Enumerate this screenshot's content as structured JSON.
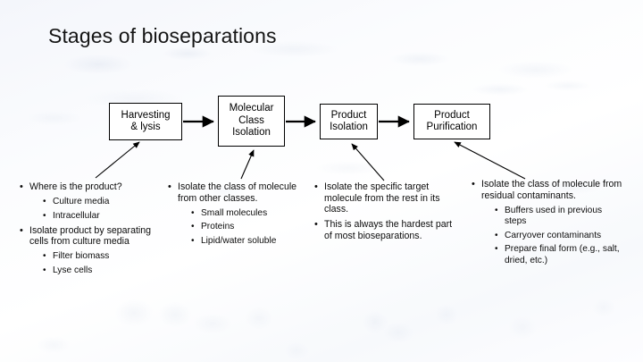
{
  "slide": {
    "title": "Stages of bioseparations"
  },
  "flow": {
    "boxes": [
      {
        "id": "harvesting",
        "lines": [
          "Harvesting",
          "& lysis"
        ]
      },
      {
        "id": "molecular-class",
        "lines": [
          "Molecular",
          "Class",
          "Isolation"
        ]
      },
      {
        "id": "product-isolation",
        "lines": [
          "Product",
          "Isolation"
        ]
      },
      {
        "id": "product-purification",
        "lines": [
          "Product",
          "Purification"
        ]
      }
    ],
    "connector_count": 3
  },
  "columns": [
    {
      "id": "col-1",
      "items": [
        {
          "level": 1,
          "text": "Where is the product?"
        },
        {
          "level": 2,
          "text": "Culture media"
        },
        {
          "level": 2,
          "text": "Intracellular"
        },
        {
          "level": 1,
          "text": "Isolate product by separating cells from culture media"
        },
        {
          "level": 2,
          "text": "Filter biomass"
        },
        {
          "level": 2,
          "text": "Lyse cells"
        }
      ]
    },
    {
      "id": "col-2",
      "items": [
        {
          "level": 1,
          "text": "Isolate the class of molecule from other classes."
        },
        {
          "level": 2,
          "text": "Small molecules"
        },
        {
          "level": 2,
          "text": "Proteins"
        },
        {
          "level": 2,
          "text": "Lipid/water soluble"
        }
      ]
    },
    {
      "id": "col-3",
      "items": [
        {
          "level": 1,
          "text": "Isolate the specific target molecule from the rest in its class."
        },
        {
          "level": 1,
          "text": "This is always the hardest part of most bioseparations."
        }
      ]
    },
    {
      "id": "col-4",
      "items": [
        {
          "level": 1,
          "text": "Isolate the class of molecule from residual contaminants."
        },
        {
          "level": 2,
          "text": "Buffers used in previous steps"
        },
        {
          "level": 2,
          "text": "Carryover contaminants"
        },
        {
          "level": 2,
          "text": "Prepare final form (e.g., salt, dried, etc.)"
        }
      ]
    }
  ],
  "bullet_glyph": "•",
  "colors": {
    "text": "#0d0d0d",
    "box_border": "#000000",
    "box_fill": "#ffffff",
    "background": "#fdfdff",
    "watermark": "#b0bed6"
  }
}
